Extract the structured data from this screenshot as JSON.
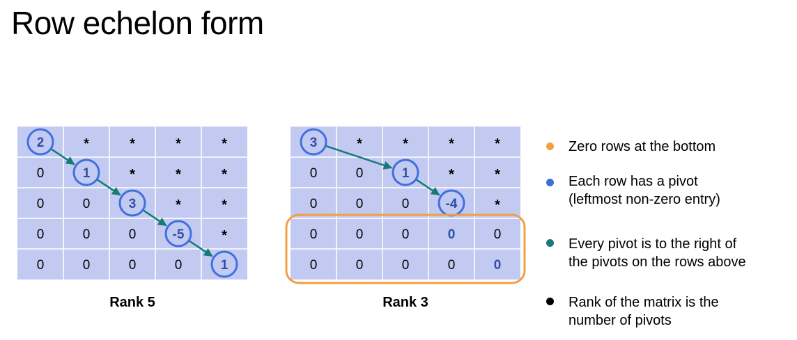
{
  "title": "Row echelon form",
  "matrices": [
    {
      "caption": "Rank 5",
      "rows": [
        [
          "2",
          "*",
          "*",
          "*",
          "*"
        ],
        [
          "0",
          "1",
          "*",
          "*",
          "*"
        ],
        [
          "0",
          "0",
          "3",
          "*",
          "*"
        ],
        [
          "0",
          "0",
          "0",
          "-5",
          "*"
        ],
        [
          "0",
          "0",
          "0",
          "0",
          "1"
        ]
      ],
      "pivots": [
        [
          0,
          0
        ],
        [
          1,
          1
        ],
        [
          2,
          2
        ],
        [
          3,
          3
        ],
        [
          4,
          4
        ]
      ],
      "bold_blue_cells": [
        [
          3,
          3
        ]
      ],
      "zero_rows": []
    },
    {
      "caption": "Rank 3",
      "rows": [
        [
          "3",
          "*",
          "*",
          "*",
          "*"
        ],
        [
          "0",
          "0",
          "1",
          "*",
          "*"
        ],
        [
          "0",
          "0",
          "0",
          "-4",
          "*"
        ],
        [
          "0",
          "0",
          "0",
          "0",
          "0"
        ],
        [
          "0",
          "0",
          "0",
          "0",
          "0"
        ]
      ],
      "pivots": [
        [
          0,
          0
        ],
        [
          1,
          2
        ],
        [
          2,
          3
        ]
      ],
      "bold_blue_cells": [
        [
          2,
          3
        ],
        [
          3,
          3
        ],
        [
          4,
          4
        ]
      ],
      "zero_rows": [
        3,
        4
      ]
    }
  ],
  "legend": [
    {
      "text": "Zero rows at the bottom",
      "color": "#f0a043"
    },
    {
      "text": "Each row has a pivot\n(leftmost non-zero entry)",
      "color": "#3b6fd8"
    },
    {
      "text": "Every pivot is to the right of\nthe pivots on the rows above",
      "color": "#1a7a78"
    },
    {
      "text": "Rank of the matrix is the\nnumber of pivots",
      "color": "#000000"
    }
  ],
  "colors": {
    "cell_fill": "#c3caf1",
    "grid_line": "#ffffff",
    "pivot_circle": "#3f6fe0",
    "pivot_text": "#2c4fa8",
    "arrow": "#177a78",
    "zero_box": "#f0a043"
  }
}
